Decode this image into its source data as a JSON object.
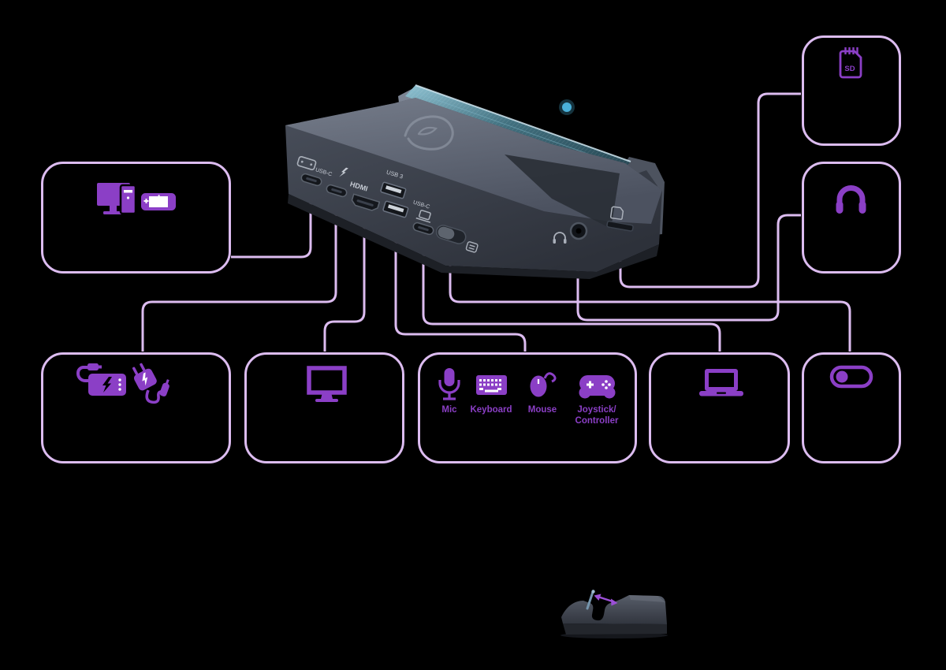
{
  "colors": {
    "background": "#000000",
    "connector_line": "#dcbcf0",
    "box_border": "#dcbcf0",
    "icon_purple": "#8b3fc6",
    "label_purple": "#8b3fc6",
    "dock_body": "#434956",
    "dock_glass": "#4a7e90"
  },
  "dock": {
    "port_labels": {
      "usb_c_power": "USB-C",
      "hdmi": "HDMI",
      "usb3": "USB 3",
      "usb_c_host": "USB-C"
    },
    "ports": [
      {
        "name": "usb-c-console-port"
      },
      {
        "name": "usb-c-power-port"
      },
      {
        "name": "hdmi-port"
      },
      {
        "name": "usb3-ports"
      },
      {
        "name": "usb-c-host-port"
      },
      {
        "name": "mode-switch"
      },
      {
        "name": "headphone-jack"
      },
      {
        "name": "sd-card-slot"
      }
    ]
  },
  "callouts": {
    "console": {
      "icons": [
        "desktop-pc-icon",
        "handheld-console-icon"
      ]
    },
    "sd": {
      "icons": [
        "sd-card-icon"
      ]
    },
    "headphones": {
      "icons": [
        "headphones-icon"
      ]
    },
    "power": {
      "icons": [
        "power-bank-icon",
        "wall-charger-icon"
      ]
    },
    "display": {
      "icons": [
        "monitor-icon"
      ]
    },
    "peripherals": {
      "items": [
        {
          "icon": "mic-icon",
          "label": "Mic"
        },
        {
          "icon": "keyboard-icon",
          "label": "Keyboard"
        },
        {
          "icon": "mouse-icon",
          "label": "Mouse"
        },
        {
          "icon": "gamepad-icon",
          "label": "Joystick/",
          "label2": "Controller"
        }
      ]
    },
    "laptop": {
      "icons": [
        "laptop-icon"
      ]
    },
    "switch": {
      "icons": [
        "toggle-switch-icon"
      ]
    }
  }
}
